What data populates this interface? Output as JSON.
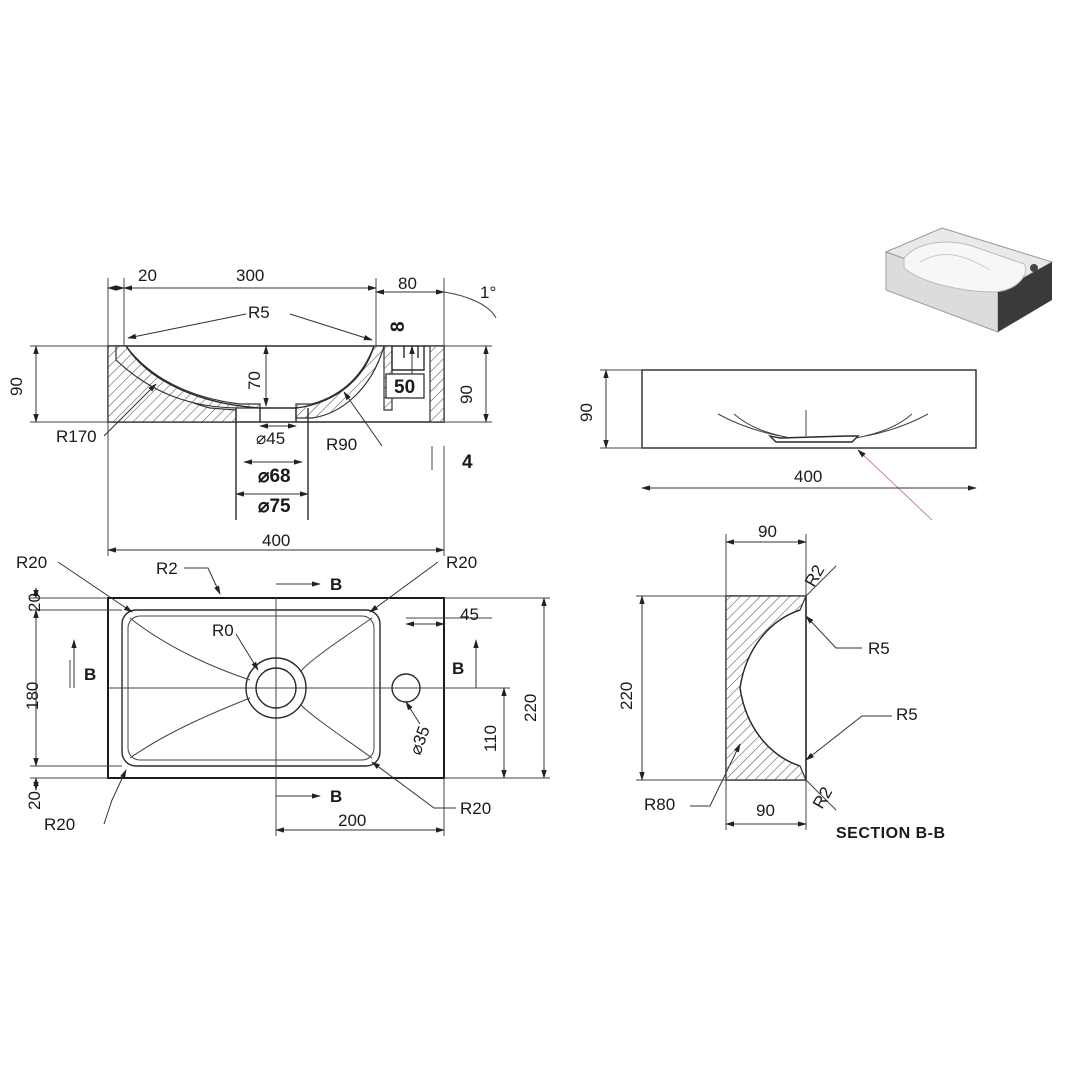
{
  "views": {
    "front_section": {
      "dims": {
        "d20_top": "20",
        "d300_top": "300",
        "d80_top": "80",
        "angle": "1°",
        "r5_top": "R5",
        "d8": "8",
        "d90_left": "90",
        "d70": "70",
        "d50": "50",
        "d90_right": "90",
        "r170": "R170",
        "dia45": "⌀45",
        "dia68": "⌀68",
        "dia75": "⌀75",
        "r90": "R90",
        "d4": "4",
        "d400": "400"
      }
    },
    "top_view": {
      "dims": {
        "r20_tl": "R20",
        "r2_top": "R2",
        "r20_tr": "R20",
        "d20_top_left": "20",
        "r0": "R0",
        "d45": "45",
        "d180": "180",
        "b_left": "B",
        "b_right": "B",
        "b_top": "B",
        "b_bottom": "B",
        "dia35": "⌀35",
        "d110": "110",
        "d220": "220",
        "d20_bottom_left": "20",
        "r20_bl": "R20",
        "d200": "200",
        "r20_br": "R20"
      }
    },
    "side_view": {
      "dims": {
        "d90": "90",
        "d400": "400"
      }
    },
    "section_bb": {
      "dims": {
        "d90_top": "90",
        "r2_top": "R2",
        "r5_top": "R5",
        "d220": "220",
        "r5_bottom": "R5",
        "r80": "R80",
        "d90_bottom": "90",
        "r2_bottom": "R2"
      },
      "title": "SECTION B-B"
    }
  }
}
